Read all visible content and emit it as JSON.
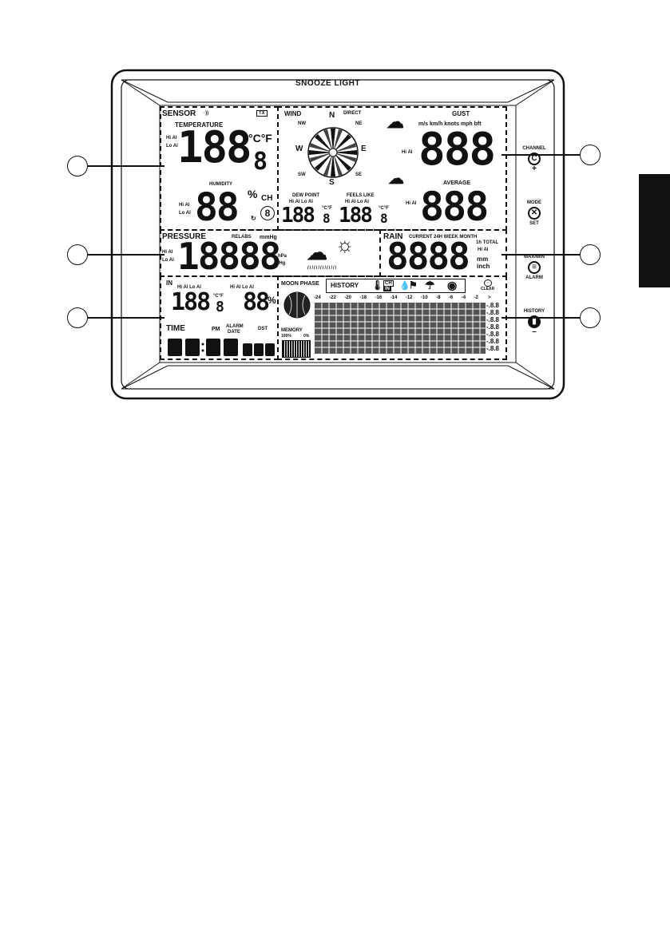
{
  "brand": "SNOOZE LIGHT",
  "sensor": {
    "title": "SENSOR",
    "tx": "TX",
    "temperature_label": "TEMPERATURE",
    "temp_units": "°C°F",
    "temp_digits": "188",
    "temp_decimal": "8",
    "humidity_label": "HUMIDITY",
    "humidity_digits": "88",
    "humidity_unit": "%",
    "ch_label": "CH",
    "ch_value": "8",
    "hi_al": "Hi Al",
    "lo_al": "Lo Al"
  },
  "wind": {
    "title": "WIND",
    "direct": "DIRECT",
    "compass": [
      "N",
      "NE",
      "E",
      "SE",
      "S",
      "SW",
      "W",
      "NW"
    ],
    "gust_label": "GUST",
    "speed_units": "m/s km/h knots mph bft",
    "gust_digits": "888",
    "average_label": "AVERAGE",
    "average_digits": "888",
    "hi_al": "Hi Al",
    "dew_point_label": "DEW POINT",
    "dew_point_digits": "188",
    "dew_point_decimal": "8",
    "feels_like_label": "FEELS LIKE",
    "feels_like_digits": "188",
    "feels_like_decimal": "8",
    "temp_units": "°C°F",
    "hi_lo_al": "Hi Al Lo Al"
  },
  "pressure": {
    "title": "PRESSURE",
    "relabs": "RELABS",
    "mmhg": "mmHg",
    "hpa": "hPa",
    "inhg": "inHg",
    "digits": "18888",
    "hi_al": "Hi Al",
    "lo_al": "Lo Al"
  },
  "rain": {
    "title": "RAIN",
    "periods": "CURRENT 24H WEEK MONTH",
    "total": "1h TOTAL",
    "digits": "8888",
    "unit_mm": "mm",
    "unit_inch": "inch",
    "hi_al": "Hi Al"
  },
  "indoor": {
    "title": "IN",
    "hi_lo_al": "Hi Al Lo Al",
    "temp_digits": "188",
    "temp_decimal": "8",
    "temp_units": "°C°F",
    "humidity_hi_lo": "Hi Al Lo Al",
    "humidity_digits": "88",
    "humidity_unit": "%"
  },
  "time": {
    "title": "TIME",
    "pm": "PM",
    "alarm": "ALARM",
    "date": "DATE",
    "dst": "DST"
  },
  "moon": {
    "label": "MOON PHASE"
  },
  "memory": {
    "label": "MEMORY",
    "full": "100%",
    "empty": "0%"
  },
  "history": {
    "title": "HISTORY",
    "ch": "CH",
    "in": "IN",
    "clear": "CLEAR",
    "hours": [
      "-24",
      "-22",
      "-20",
      "-18",
      "-16",
      "-14",
      "-12",
      "-10",
      "-8",
      "-6",
      "-4",
      "-2"
    ],
    "arrow": ">",
    "scale": [
      "-.8.8",
      "-.8.8",
      "-.8.8",
      "-.8.8",
      "-.8.8",
      "-.8.8",
      "-.8.8"
    ]
  },
  "buttons": {
    "channel": "CHANNEL",
    "plus": "+",
    "mode": "MODE",
    "set": "SET",
    "maxmin": "MAX/MIN",
    "alarm": "ALARM",
    "history": "HISTORY",
    "minus": "–"
  }
}
